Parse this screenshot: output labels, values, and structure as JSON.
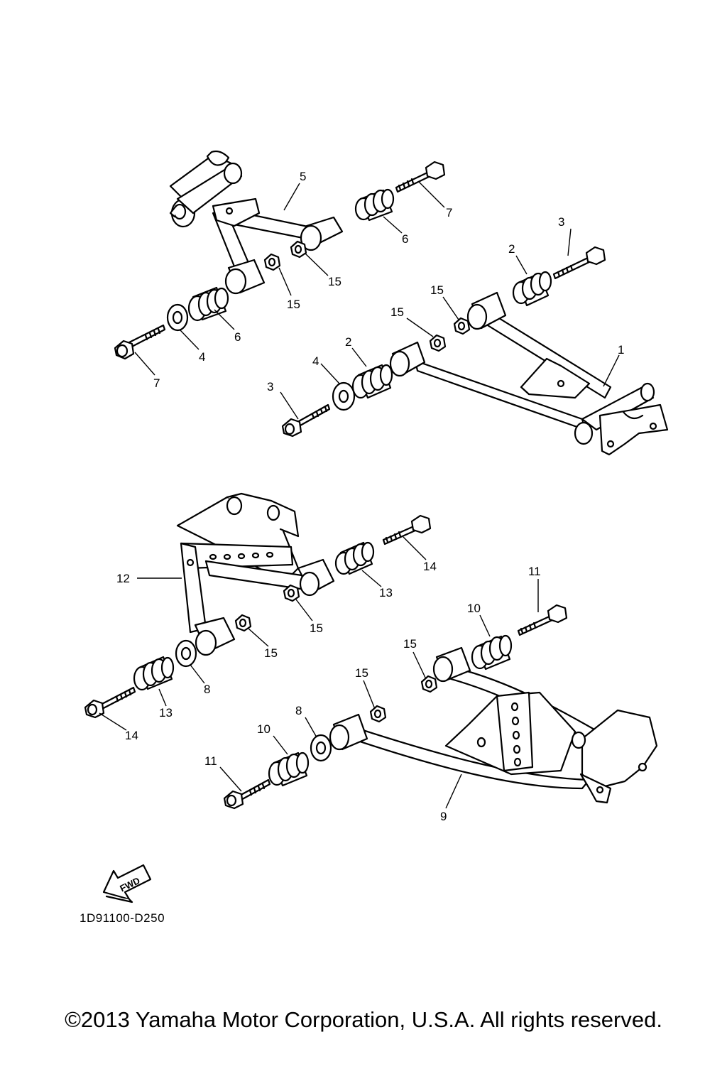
{
  "callouts": [
    {
      "id": "5",
      "text": "5"
    },
    {
      "id": "7a",
      "text": "7"
    },
    {
      "id": "6a",
      "text": "6"
    },
    {
      "id": "3a",
      "text": "3"
    },
    {
      "id": "2a",
      "text": "2"
    },
    {
      "id": "15a",
      "text": "15"
    },
    {
      "id": "15b",
      "text": "15"
    },
    {
      "id": "15c",
      "text": "15"
    },
    {
      "id": "15d",
      "text": "15"
    },
    {
      "id": "6b",
      "text": "6"
    },
    {
      "id": "4a",
      "text": "4"
    },
    {
      "id": "7b",
      "text": "7"
    },
    {
      "id": "1",
      "text": "1"
    },
    {
      "id": "2b",
      "text": "2"
    },
    {
      "id": "4b",
      "text": "4"
    },
    {
      "id": "3b",
      "text": "3"
    },
    {
      "id": "12",
      "text": "12"
    },
    {
      "id": "14a",
      "text": "14"
    },
    {
      "id": "13a",
      "text": "13"
    },
    {
      "id": "15e",
      "text": "15"
    },
    {
      "id": "15f",
      "text": "15"
    },
    {
      "id": "11a",
      "text": "11"
    },
    {
      "id": "10a",
      "text": "10"
    },
    {
      "id": "15g",
      "text": "15"
    },
    {
      "id": "15h",
      "text": "15"
    },
    {
      "id": "8a",
      "text": "8"
    },
    {
      "id": "13b",
      "text": "13"
    },
    {
      "id": "14b",
      "text": "14"
    },
    {
      "id": "8b",
      "text": "8"
    },
    {
      "id": "10b",
      "text": "10"
    },
    {
      "id": "11b",
      "text": "11"
    },
    {
      "id": "9",
      "text": "9"
    }
  ],
  "fwd_label": "FWD",
  "diagram_code": "1D91100-D250",
  "copyright": "©2013 Yamaha Motor Corporation, U.S.A. All rights reserved."
}
